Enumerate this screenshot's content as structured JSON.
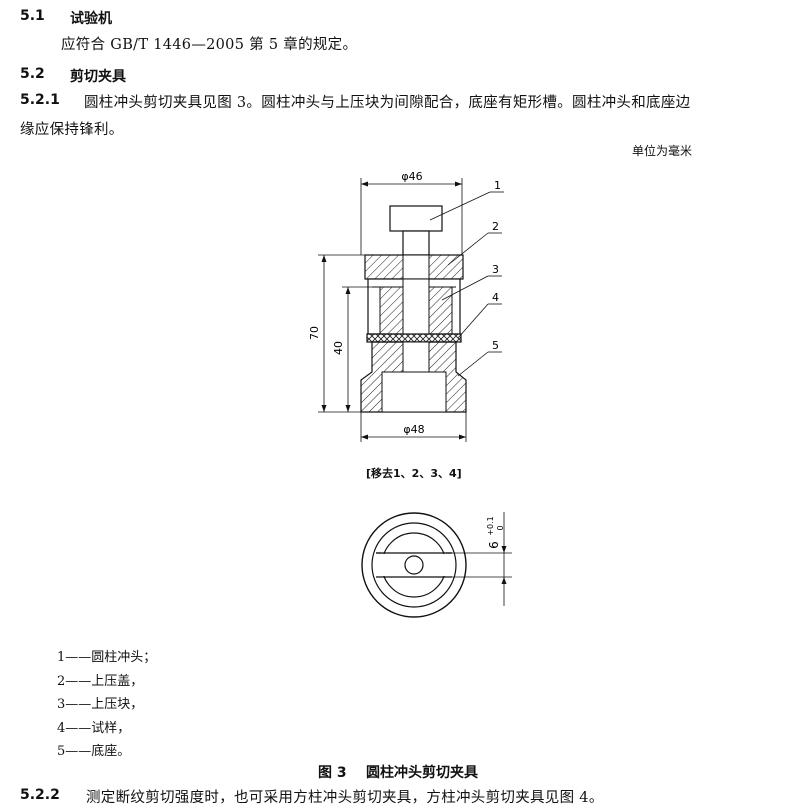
{
  "s51": {
    "number": "5.1",
    "title": "试验机",
    "text": "应符合 GB/T 1446—2005 第 5 章的规定。"
  },
  "s52": {
    "number": "5.2",
    "title": "剪切夹具"
  },
  "s521": {
    "number": "5.2.1",
    "line1": "圆柱冲头剪切夹具见图 3。圆柱冲头与上压块为间隙配合，底座有矩形槽。圆柱冲头和底座边",
    "line2": "缘应保持锋利。"
  },
  "unit_note": "单位为毫米",
  "figure": {
    "dim_top": "φ46",
    "dim_bottom": "φ48",
    "dim_70": "70",
    "dim_40": "40",
    "callouts": [
      "1",
      "2",
      "3",
      "4",
      "5"
    ],
    "removed_note": "[移去1、2、3、4]",
    "slot_dim": "6",
    "slot_tol": "+0.1",
    "slot_tol_low": "0"
  },
  "legend": [
    "1——圆柱冲头；",
    "2——上压盖，",
    "3——上压块，",
    "4——试样，",
    "5——底座。"
  ],
  "caption": {
    "label": "图 3",
    "title": "圆柱冲头剪切夹具"
  },
  "s522": {
    "number": "5.2.2",
    "text": "测定断纹剪切强度时，也可采用方柱冲头剪切夹具，方柱冲头剪切夹具见图 4。"
  }
}
